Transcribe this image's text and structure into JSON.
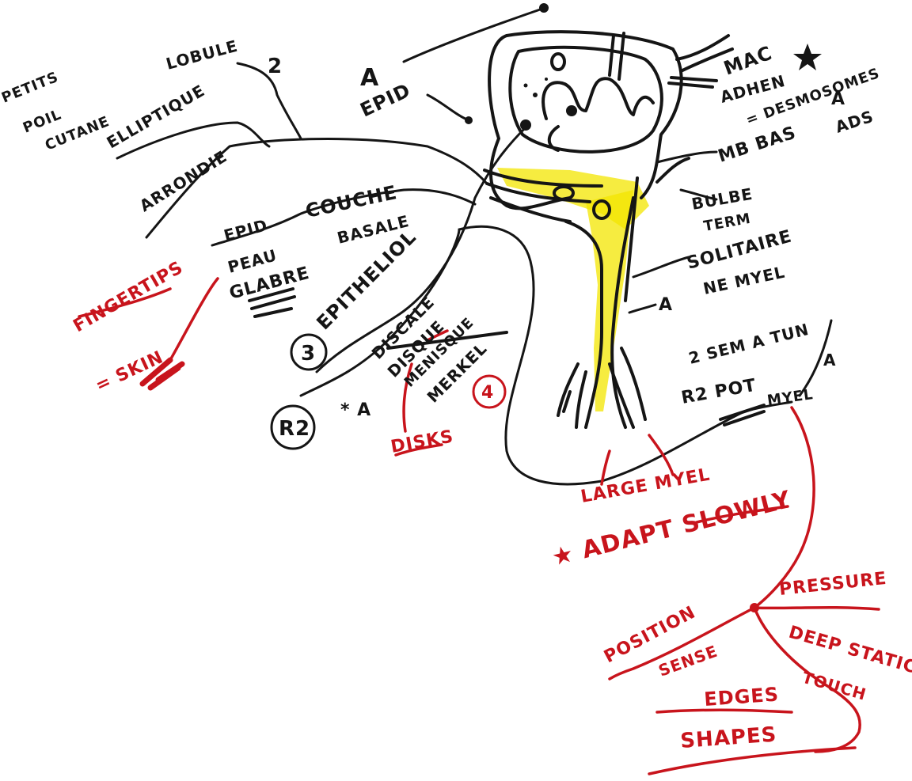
{
  "colors": {
    "black_ink": "#151515",
    "red_ink": "#c8141c",
    "highlight": "#f3e600",
    "paper": "#ffffff"
  },
  "labels": {
    "petits_poil_cutane": [
      "PETITS",
      "POIL",
      "CUTANE"
    ],
    "lobule": "LOBULE",
    "lobule_num": "2",
    "elliptique": "ELLIPTIQUE",
    "arrondie": "ARRONDIE",
    "a_epid": "A",
    "epid_top": "EPID",
    "mac": "MAC",
    "adhen": "ADHEN",
    "desmosome": "= DESMOSOMES",
    "a_ads": "A",
    "ads": "ADS",
    "mb_bas": "MB BAS",
    "bulbe": "BULBE",
    "term": "TERM",
    "solitaire": "SOLITAIRE",
    "ne_myel": "NE MYEL",
    "a_mid": "A",
    "sem_tun": "2 SEM A TUN",
    "a_right": "A",
    "r2_pot": "R2 POT",
    "myel_right": "MYEL",
    "epid_couche": "EPID",
    "couche": "COUCHE",
    "basale": "BASALE",
    "peau": "PEAU",
    "glabre": "GLABRE",
    "epitheliol": "EPITHELIOL",
    "num_3": "3",
    "num_r2": "R2",
    "discale": "DISCALE",
    "disque": "DISQUE",
    "meniscique": "MENISQUE",
    "merkel": "MERKEL",
    "num_4": "4",
    "star_a": "* A",
    "fingertips": "FINGERTIPS",
    "eq_skin": "= SKIN",
    "disks": "DISKS",
    "large_myel": "LARGE MYEL",
    "adapt_slowly": "★ ADAPT SLOWLY",
    "pressure": "PRESSURE",
    "position": "POSITION",
    "sense": "SENSE",
    "deep_static": "DEEP STATIC",
    "touch": "TOUCH",
    "edges": "EDGES",
    "shapes": "SHAPES"
  }
}
